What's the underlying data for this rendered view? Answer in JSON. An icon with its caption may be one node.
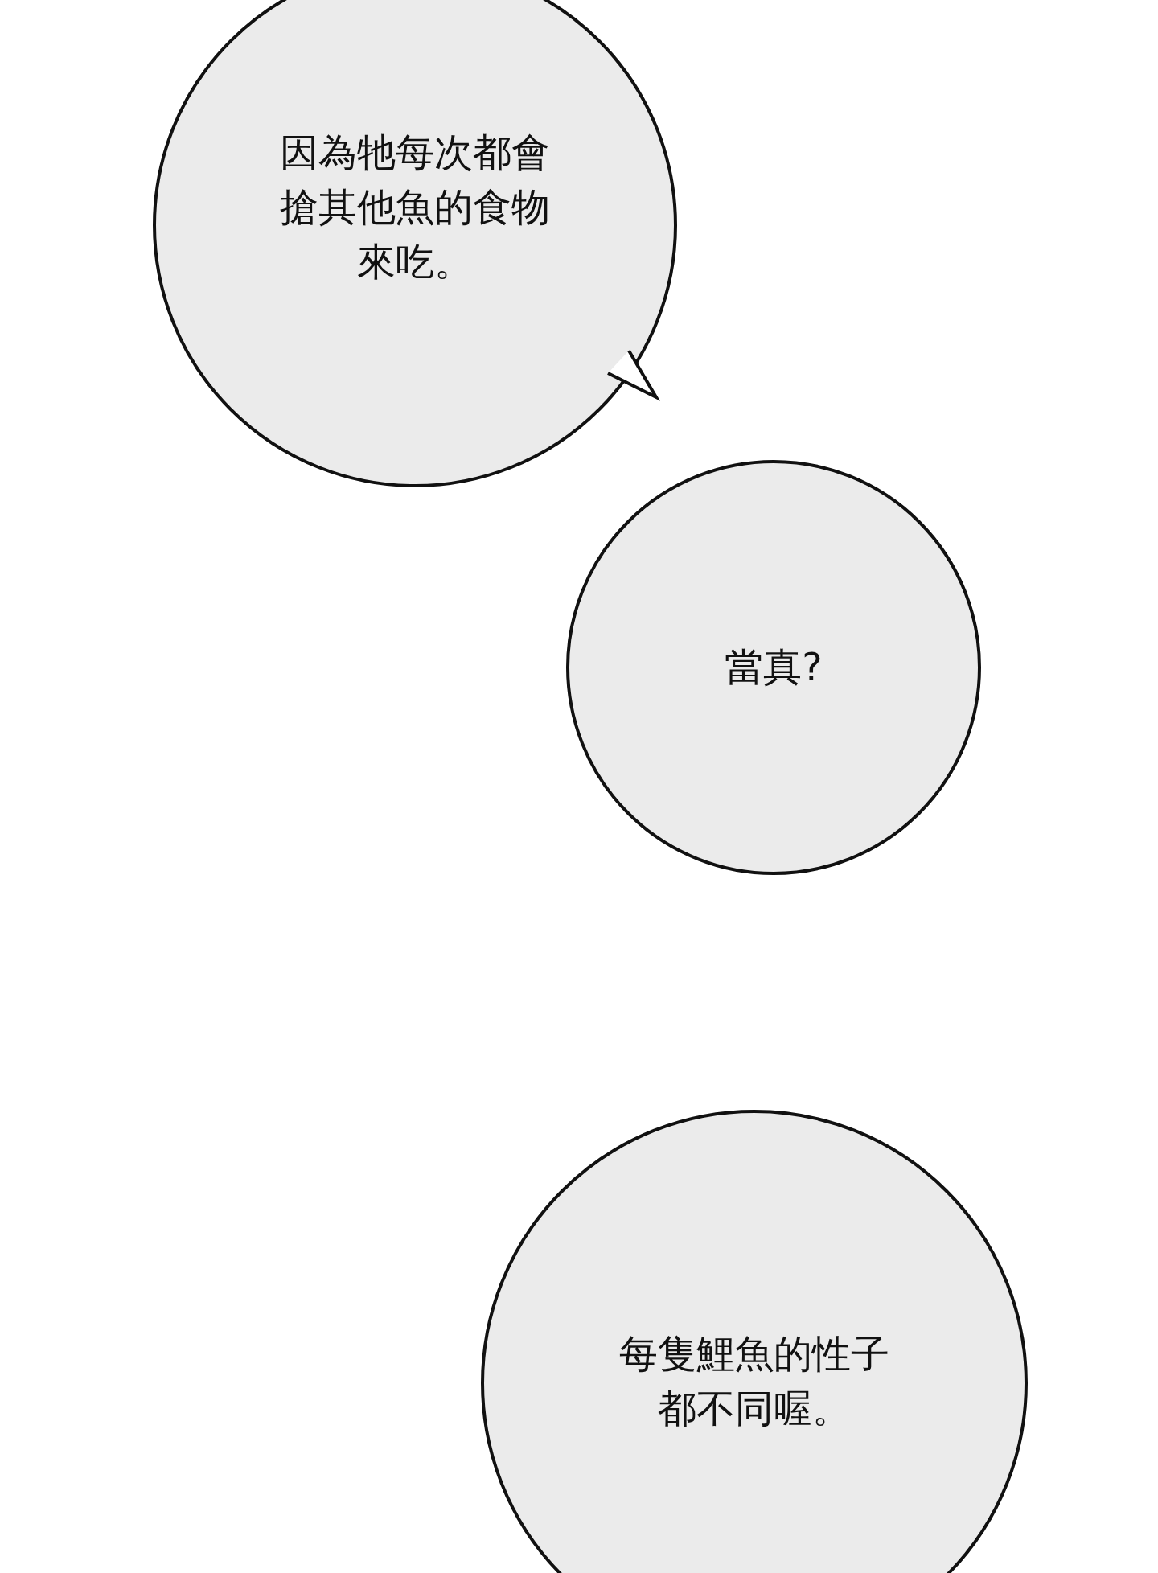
{
  "diagram": {
    "nodes": [
      {
        "text": [
          "因為牠每次都會搶其他魚的食物來吃。"
        ]
      },
      {
        "text": [
          "當真?"
        ]
      },
      {
        "text": [
          "每隻鯉魚的性子都不同喔。"
        ]
      }
    ]
  }
}
